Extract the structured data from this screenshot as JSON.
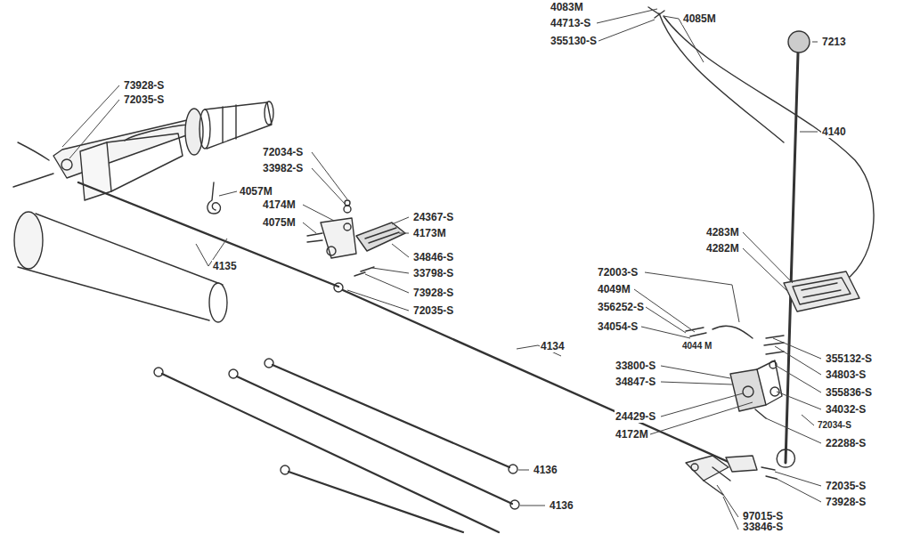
{
  "diagram": {
    "labels": [
      "4083M",
      "44713-S",
      "355130-S",
      "4085M",
      "7213",
      "4140",
      "73928-S",
      "72035-S",
      "72034-S",
      "33982-S",
      "4057M",
      "4174M",
      "4075M",
      "24367-S",
      "4173M",
      "34846-S",
      "33798-S",
      "73928-S",
      "72035-S",
      "4135",
      "4283M",
      "4282M",
      "72003-S",
      "4049M",
      "356252-S",
      "34054-S",
      "4044 M",
      "355132-S",
      "34803-S",
      "355836-S",
      "34032-S",
      "72034-S",
      "22288-S",
      "4134",
      "33800-S",
      "34847-S",
      "24429-S",
      "4172M",
      "4136",
      "4136",
      "72035-S",
      "73928-S",
      "97015-S",
      "33846-S"
    ]
  }
}
